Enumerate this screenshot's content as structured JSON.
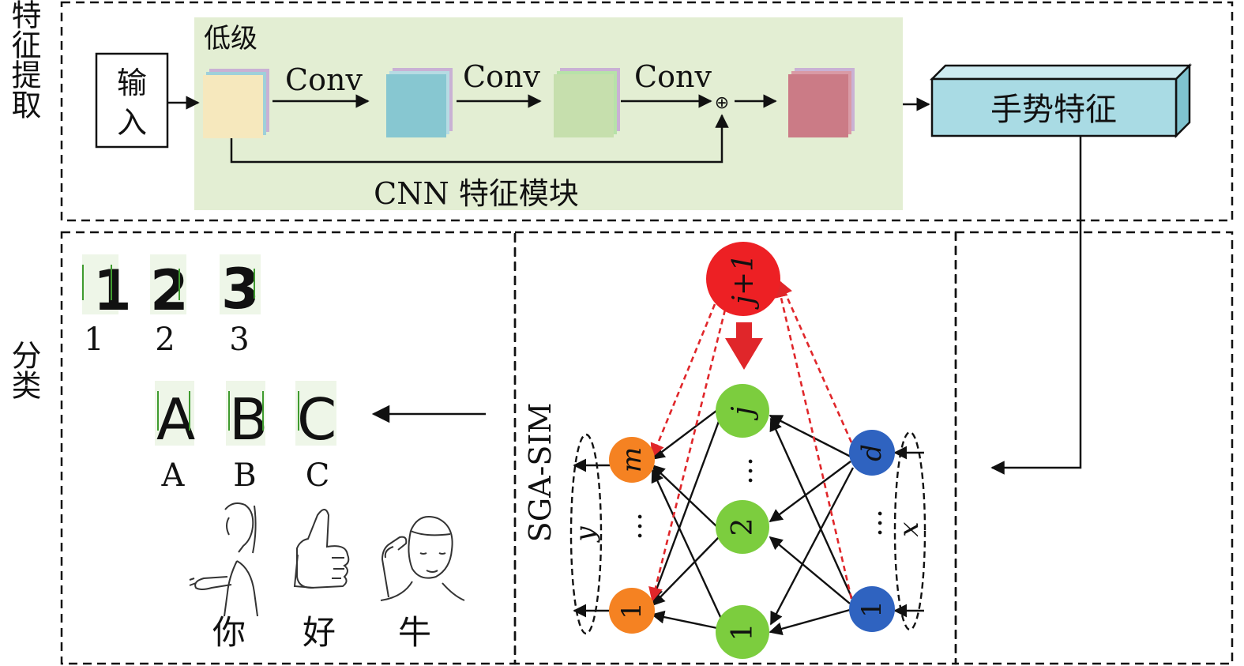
{
  "sections": {
    "feature_extraction": "特征提取",
    "classification": "分类"
  },
  "cnn": {
    "low_level": "低级",
    "input_line1": "输",
    "input_line2": "入",
    "conv1": "Conv",
    "conv2": "Conv",
    "conv3": "Conv",
    "add_symbol": "⊕",
    "module_label": "CNN 特征模块",
    "gesture_feature": "手势特征"
  },
  "graph": {
    "model_name": "SGA-SIM",
    "top_node": "j+1",
    "hidden_nodes": [
      "j",
      "…",
      "2",
      "1"
    ],
    "output_nodes": [
      "m",
      "…",
      "1"
    ],
    "input_nodes": [
      "d",
      "…",
      "1"
    ],
    "output_set": "y",
    "input_set": "x"
  },
  "outputs": {
    "digits": [
      "1",
      "2",
      "3"
    ],
    "letters": [
      "A",
      "B",
      "C"
    ],
    "words": [
      "你",
      "好",
      "牛"
    ]
  },
  "colors": {
    "panel_green": "#e3eed3",
    "input_map": "#f6e8bd",
    "map_blue": "#87c7d1",
    "map_green": "#c6dfad",
    "map_red": "#cb7b86",
    "gesture_box": "#a9dbe4",
    "node_red": "#ed2024",
    "node_green": "#7ccd3e",
    "node_orange": "#f58222",
    "node_blue": "#2f63c0",
    "arrow_red": "#e0262a",
    "ink": "#111111"
  }
}
